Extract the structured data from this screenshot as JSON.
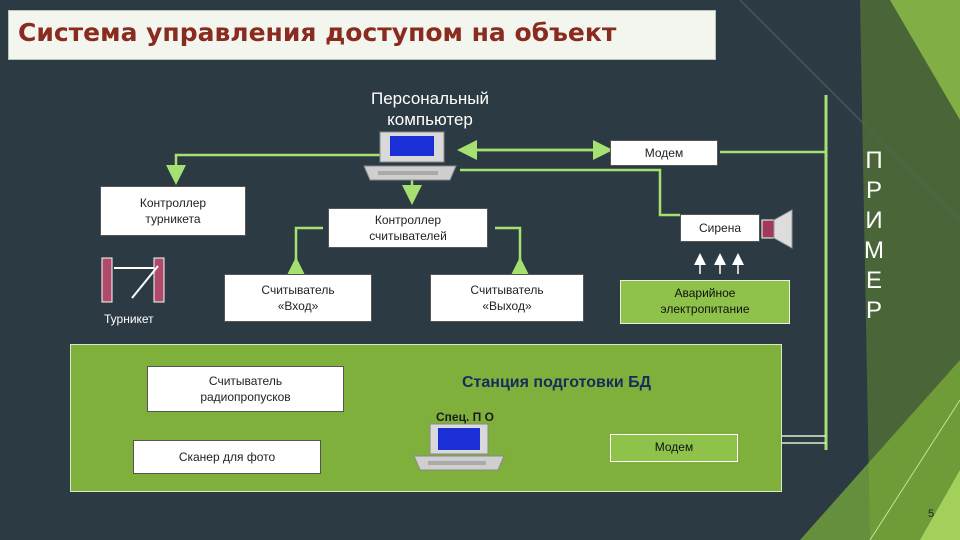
{
  "title": "Система управления доступом на объект",
  "pc_label": "Персональный\nкомпьютер",
  "modem_top": "Модем",
  "turnstile_controller": "Контроллер\nтурникета",
  "reader_controller": "Контроллер\nсчитывателей",
  "siren": "Сирена",
  "reader_in": "Считыватель\n«Вход»",
  "reader_out": "Считыватель\n«Выход»",
  "emergency_power": "Аварийное\nэлектропитание",
  "turnstile": "Турникет",
  "radio_reader": "Считыватель\nрадиопропусков",
  "station_title": "Станция подготовки БД",
  "special_software": "Спец. П О",
  "photo_scanner": "Сканер для фото",
  "modem_bottom": "Модем",
  "side_word": [
    "П",
    "Р",
    "И",
    "М",
    "Е",
    "Р"
  ],
  "page_number": "5",
  "colors": {
    "background": "#2b3a43",
    "accent_green": "#8fc24a",
    "arrow_green": "#a6e070",
    "title_red": "#8a2b1f"
  }
}
